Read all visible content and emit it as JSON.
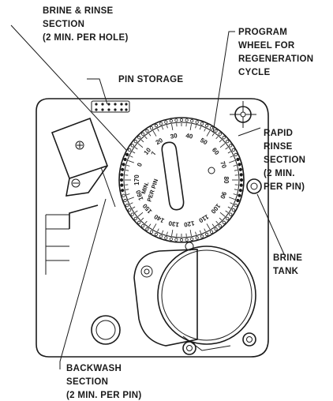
{
  "callouts": {
    "brine_rinse": [
      "BRINE & RINSE",
      "SECTION",
      "(2 MIN. PER HOLE)"
    ],
    "program_wheel": [
      "PROGRAM",
      "WHEEL FOR",
      "REGENERATION",
      "CYCLE"
    ],
    "pin_storage": [
      "PIN STORAGE"
    ],
    "rapid_rinse": [
      "RAPID",
      "RINSE",
      "SECTION",
      "(2 MIN.",
      "PER PIN)"
    ],
    "brine_tank": [
      "BRINE",
      "TANK"
    ],
    "backwash": [
      "BACKWASH",
      "SECTION",
      "(2 MIN. PER PIN)"
    ]
  },
  "dial": {
    "center_label": [
      "MIN.",
      "PER PIN"
    ],
    "center_prefix": "7",
    "numbers": [
      "0",
      "10",
      "20",
      "30",
      "40",
      "50",
      "60",
      "70",
      "80",
      "90",
      "100",
      "110",
      "120",
      "130",
      "140",
      "150",
      "160",
      "170"
    ]
  }
}
